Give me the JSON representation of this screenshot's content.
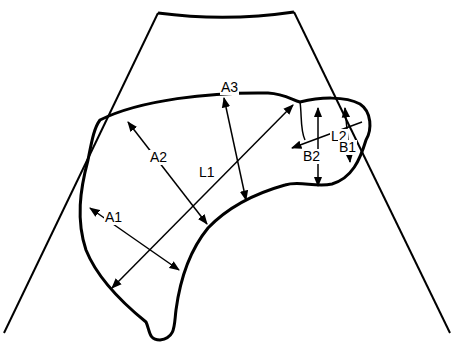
{
  "diagram": {
    "labels": [
      "A3",
      "A2",
      "L1",
      "L2",
      "B2",
      "B1",
      "A1"
    ]
  }
}
